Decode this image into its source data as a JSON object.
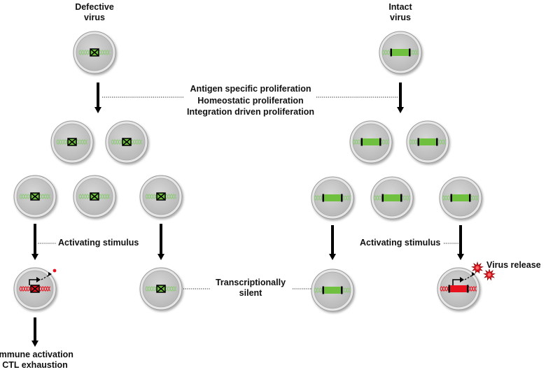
{
  "labels": {
    "defective_virus": [
      "Defective",
      "virus"
    ],
    "intact_virus": [
      "Intact",
      "virus"
    ],
    "proliferation": [
      "Antigen specific proliferation",
      "Homeostatic proliferation",
      "Integration driven proliferation"
    ],
    "activating_stimulus_left": "Activating stimulus",
    "activating_stimulus_right": "Activating stimulus",
    "transcriptionally_silent": [
      "Transcriptionally",
      "silent"
    ],
    "virus_release": "Virus release",
    "outcome": [
      "Immune activation",
      "CTL exhaustion"
    ]
  },
  "colors": {
    "cell_fill": "#c8c8c8",
    "cell_ring": "#e6e6e6",
    "dna_green": "#8fc97a",
    "provirus_green": "#70c040",
    "active_red": "#e8121e",
    "arrow": "#000000"
  }
}
